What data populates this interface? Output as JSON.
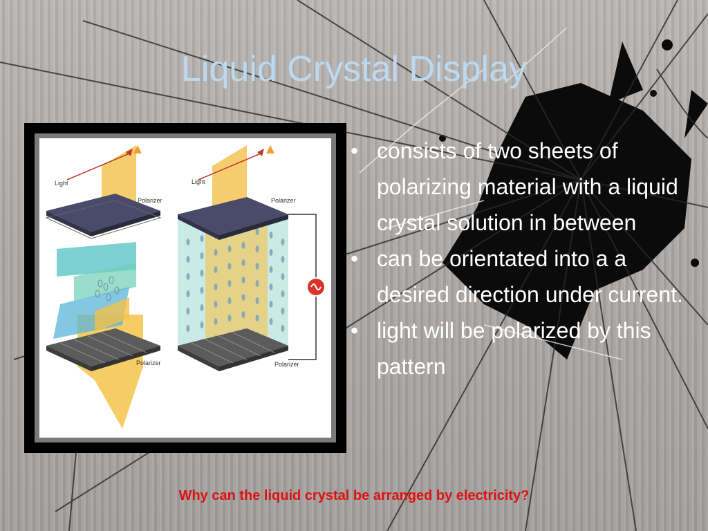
{
  "slide": {
    "title": "Liquid Crystal Display",
    "bullets": [
      {
        "marker": "•",
        "text": "consists of two sheets of polarizing material with a liquid crystal solution in between"
      },
      {
        "marker": "•",
        "text": "can be orientated into a a desired direction under current."
      },
      {
        "marker": "•",
        "text": "light will be polarized by this pattern"
      }
    ],
    "question": "Why can the liquid crystal be arranged by electricity?"
  },
  "diagram": {
    "left_light_label": "Light",
    "right_light_label": "Light",
    "left_top_polarizer": "Polarizer",
    "right_top_polarizer": "Polarizer",
    "left_bottom_polarizer": "Polarizer",
    "right_bottom_polarizer": "Polarizer",
    "source_icon": "ac-source-icon"
  },
  "colors": {
    "title": "#bcd9f1",
    "question": "#e01010",
    "bullet_text": "#ffffff",
    "light_beam": "#f5c44a",
    "filter_cyan": "#5ec6c8"
  }
}
